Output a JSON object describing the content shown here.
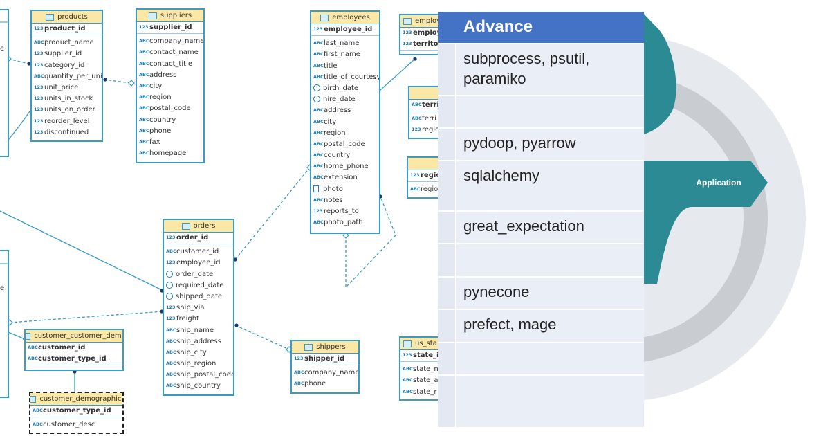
{
  "erd": {
    "type_icons": {
      "int": "123",
      "text": "ABC",
      "date": "date-icon",
      "binary": "binary-icon"
    },
    "tables": {
      "products": {
        "title": "products",
        "pk": "product_id",
        "columns": [
          "product_name",
          "supplier_id",
          "category_id",
          "quantity_per_unit",
          "unit_price",
          "units_in_stock",
          "units_on_order",
          "reorder_level",
          "discontinued"
        ]
      },
      "suppliers": {
        "title": "suppliers",
        "pk": "supplier_id",
        "columns": [
          "company_name",
          "contact_name",
          "contact_title",
          "address",
          "city",
          "region",
          "postal_code",
          "country",
          "phone",
          "fax",
          "homepage"
        ]
      },
      "employees": {
        "title": "employees",
        "pk": "employee_id",
        "columns": [
          "last_name",
          "first_name",
          "title",
          "title_of_courtesy",
          "birth_date",
          "hire_date",
          "address",
          "city",
          "region",
          "postal_code",
          "country",
          "home_phone",
          "extension",
          "photo",
          "notes",
          "reports_to",
          "photo_path"
        ]
      },
      "orders": {
        "title": "orders",
        "pk": "order_id",
        "columns": [
          "customer_id",
          "employee_id",
          "order_date",
          "required_date",
          "shipped_date",
          "ship_via",
          "freight",
          "ship_name",
          "ship_address",
          "ship_city",
          "ship_region",
          "ship_postal_code",
          "ship_country"
        ]
      },
      "shippers": {
        "title": "shippers",
        "pk": "shipper_id",
        "columns": [
          "company_name",
          "phone"
        ]
      },
      "customer_customer_demo": {
        "title": "customer_customer_demo",
        "pk": "customer_id",
        "pk2": "customer_type_id"
      },
      "customer_demographics": {
        "title": "customer_demographics",
        "pk": "customer_type_id",
        "columns": [
          "customer_desc"
        ]
      },
      "employee_territories": {
        "title": "employ",
        "pk": "employ",
        "pk2": "territo"
      },
      "territories": {
        "title": "",
        "pk": "terri",
        "columns": [
          "terri",
          "regio"
        ]
      },
      "region": {
        "title": "",
        "pk": "regio",
        "columns": [
          "regio"
        ]
      },
      "us_states": {
        "title": "us_sta",
        "pk": "state_i",
        "columns": [
          "state_n",
          "state_a",
          "state_r"
        ]
      }
    }
  },
  "advance": {
    "header": "Advance",
    "rows": [
      "subprocess, psutil, paramiko",
      "",
      "pydoop, pyarrow",
      "sqlalchemy",
      "great_expectation",
      "",
      "pynecone",
      "prefect, mage",
      "",
      ""
    ]
  },
  "diagram": {
    "application_label": "Application"
  },
  "colors": {
    "table_border": "#3a9cc4",
    "table_header": "#fbe7a6",
    "advance_header": "#4472c4",
    "advance_body": "#eaeef7",
    "teal": "#2b8a94",
    "ring_outer": "#e6eaee",
    "ring_inner": "#c9cdd1"
  }
}
